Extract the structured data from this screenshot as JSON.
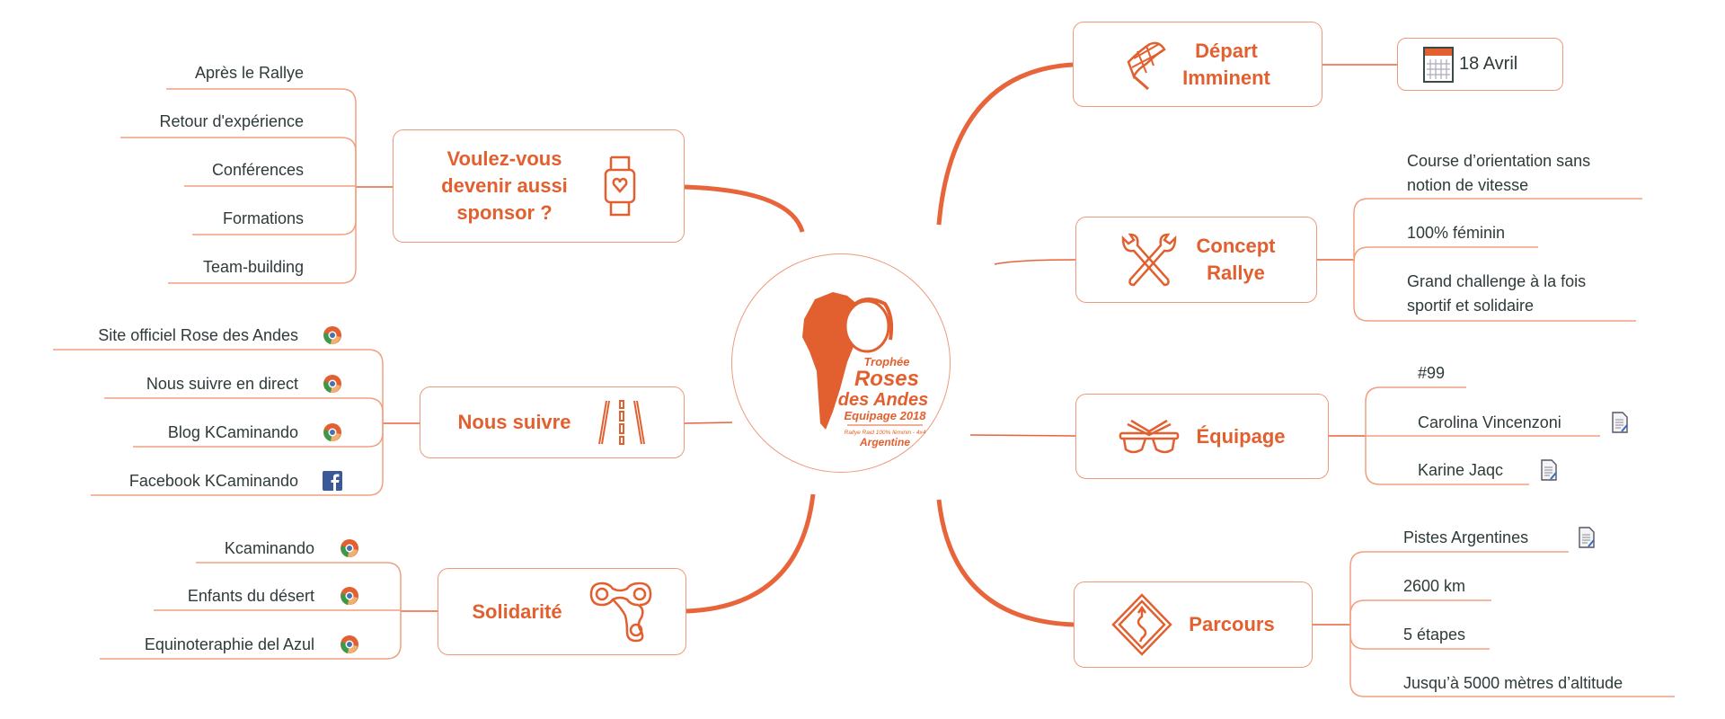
{
  "center": {
    "logo_text": [
      "Trophée",
      "Roses",
      "des Andes",
      "Equipage 2018",
      "Rallye Raid 100% féminin - 4x4",
      "Argentine"
    ]
  },
  "colors": {
    "accent": "#e2602f",
    "border": "#ee9a7a",
    "text": "#2f3a3a"
  },
  "right": {
    "depart": {
      "title_l1": "Départ",
      "title_l2": "Imminent",
      "icon": "checkered-flag-icon",
      "date": "18 Avril",
      "date_icon": "calendar-icon"
    },
    "concept": {
      "title_l1": "Concept",
      "title_l2": "Rallye",
      "icon": "wrench-tools-icon",
      "items": [
        {
          "l1": "Course d’orientation sans",
          "l2": "notion de vitesse"
        },
        {
          "l1": "100% féminin"
        },
        {
          "l1": "Grand challenge à la fois",
          "l2": "sportif et solidaire"
        }
      ]
    },
    "equipage": {
      "title": "Équipage",
      "icon": "goggles-icon",
      "items": [
        {
          "label": "#99"
        },
        {
          "label": "Carolina Vincenzoni",
          "icon": "note-icon"
        },
        {
          "label": "Karine Jaqc",
          "icon": "note-icon"
        }
      ]
    },
    "parcours": {
      "title": "Parcours",
      "icon": "winding-road-sign-icon",
      "items": [
        {
          "label": "Pistes Argentines",
          "icon": "note-icon"
        },
        {
          "label": "2600 km"
        },
        {
          "label": "5 étapes"
        },
        {
          "label": "Jusqu’à 5000 mètres d’altitude"
        }
      ]
    }
  },
  "left": {
    "sponsor": {
      "title_l1": "Voulez-vous",
      "title_l2": "devenir aussi",
      "title_l3": "sponsor ?",
      "icon": "smartwatch-heart-icon",
      "items": [
        "Après le Rallye",
        "Retour d'expérience",
        "Conférences",
        "Formations",
        "Team-building"
      ]
    },
    "suivre": {
      "title": "Nous suivre",
      "icon": "road-icon",
      "items": [
        {
          "label": "Site officiel Rose des Andes",
          "icon": "chrome-link-icon"
        },
        {
          "label": "Nous suivre en direct",
          "icon": "chrome-link-icon"
        },
        {
          "label": "Blog KCaminando",
          "icon": "chrome-link-icon"
        },
        {
          "label": "Facebook KCaminando",
          "icon": "facebook-icon"
        }
      ]
    },
    "solidarite": {
      "title": "Solidarité",
      "icon": "chain-link-icon",
      "items": [
        {
          "label": "Kcaminando",
          "icon": "chrome-link-icon"
        },
        {
          "label": "Enfants du désert",
          "icon": "chrome-link-icon"
        },
        {
          "label": "Equinoteraphie del Azul",
          "icon": "chrome-link-icon"
        }
      ]
    }
  }
}
